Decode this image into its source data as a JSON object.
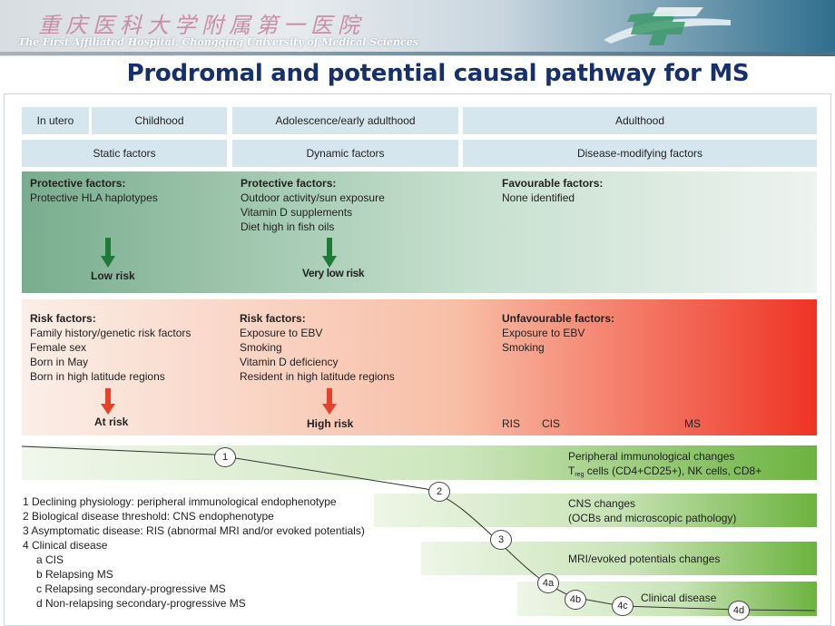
{
  "banner": {
    "chinese_title": "重庆医科大学附属第一医院",
    "english_subtitle": "The First Affiliated Hospital, Chongqing University of Medical Sciences"
  },
  "title": "Prodromal and potential causal pathway for MS",
  "stages": {
    "in_utero": "In utero",
    "childhood": "Childhood",
    "adolescence": "Adolescence/early adulthood",
    "adulthood": "Adulthood"
  },
  "factor_types": {
    "static": "Static factors",
    "dynamic": "Dynamic factors",
    "disease_modifying": "Disease-modifying factors"
  },
  "protective": {
    "col1": {
      "heading": "Protective factors:",
      "items": [
        "Protective HLA haplotypes"
      ],
      "risk": "Low risk"
    },
    "col2": {
      "heading": "Protective factors:",
      "items": [
        "Outdoor activity/sun exposure",
        "Vitamin D supplements",
        "Diet high in fish oils"
      ],
      "risk": "Very low risk"
    },
    "col3": {
      "heading": "Favourable factors:",
      "items": [
        "None identified"
      ]
    }
  },
  "risk": {
    "col1": {
      "heading": "Risk factors:",
      "items": [
        "Family history/genetic risk factors",
        "Female sex",
        "Born in May",
        "Born in high latitude regions"
      ],
      "risk": "At risk"
    },
    "col2": {
      "heading": "Risk factors:",
      "items": [
        "Exposure to EBV",
        "Smoking",
        "Vitamin D deficiency",
        "Resident in high latitude regions"
      ],
      "risk": "High risk"
    },
    "col3": {
      "heading": "Unfavourable factors:",
      "items": [
        "Exposure to EBV",
        "Smoking"
      ]
    },
    "stage_labels": [
      "RIS",
      "CIS",
      "MS"
    ]
  },
  "bands": {
    "peripheral": {
      "line1": "Peripheral immunological changes",
      "line2_prefix": "T",
      "line2_sub": "reg",
      "line2_rest": " cells (CD4+CD25+), NK cells, CD8+"
    },
    "cns": {
      "line1": "CNS changes",
      "line2": "(OCBs and microscopic pathology)"
    },
    "mri": {
      "line1": "MRI/evoked potentials changes"
    },
    "clinical": {
      "line1": "Clinical disease"
    }
  },
  "markers": [
    "1",
    "2",
    "3",
    "4a",
    "4b",
    "4c",
    "4d"
  ],
  "legend": {
    "items": [
      "1  Declining physiology: peripheral immunological endophenotype",
      "2  Biological disease threshold: CNS endophenotype",
      "3  Asymptomatic disease: RIS (abnormal MRI and/or evoked potentials)",
      "4  Clinical disease"
    ],
    "subitems": [
      "a  CIS",
      "b  Relapsing MS",
      "c  Relapsing secondary-progressive MS",
      "d  Non-relapsing secondary-progressive MS"
    ]
  },
  "colors": {
    "title": "#16306e",
    "header_bg": "#d5e6ee",
    "protective_green": "#79ad8e",
    "risk_red": "#ef3325",
    "band_green": "#6cb33f",
    "arrow_green": "#1f7a3a",
    "arrow_red": "#e8402b"
  }
}
